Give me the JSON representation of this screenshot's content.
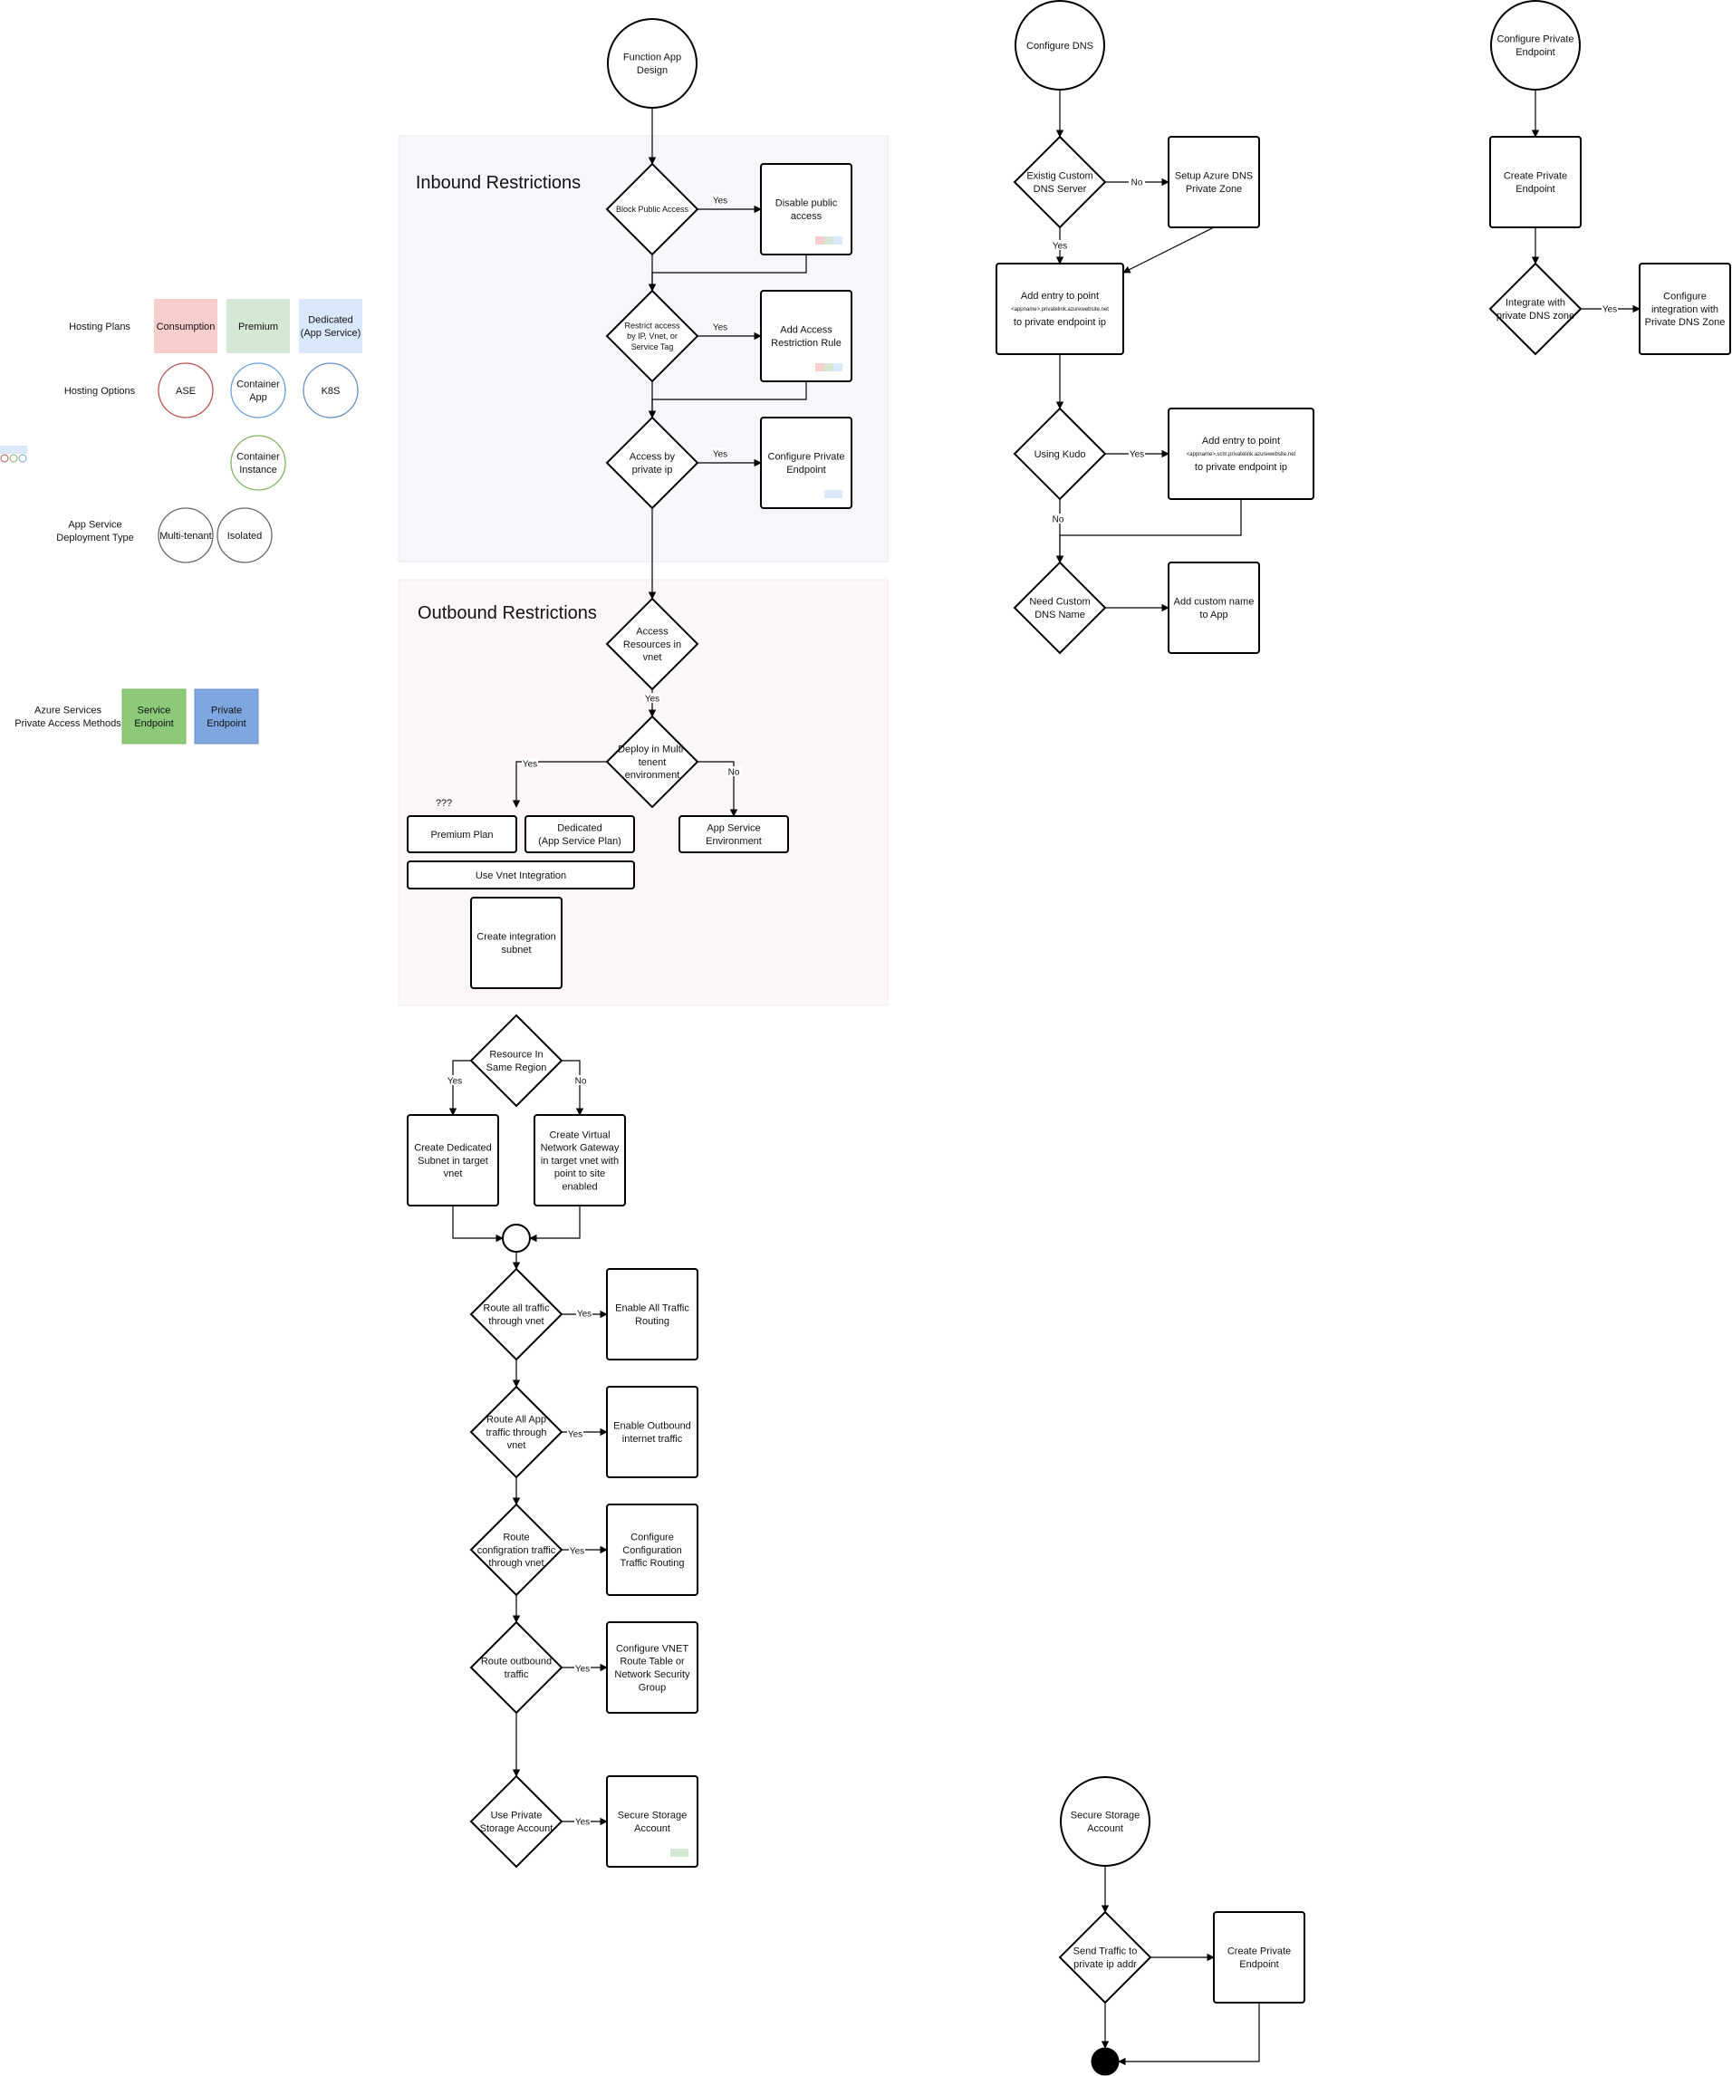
{
  "colors": {
    "stroke": "#000000",
    "inbound_fill": "#f5f7fb",
    "outbound_fill": "#fcf7f6",
    "consumption": "#f8cecc",
    "premium": "#d5e8d4",
    "dedicated": "#dae8fc",
    "ase_ring": "#b85450",
    "container_app_ring": "#6c9fd8",
    "k8s_ring": "#6c8ebf",
    "container_instance_ring": "#82b366",
    "gray_ring": "#666666",
    "service_endpoint": "#8cc97a",
    "private_endpoint": "#7ea6e0"
  },
  "legend": {
    "hosting_plans": "Hosting Plans",
    "consumption": "Consumption",
    "premium": "Premium",
    "dedicated": "Dedicated\n(App Service)",
    "hosting_options": "Hosting Options",
    "ase": "ASE",
    "container_app": "Container\nApp",
    "k8s": "K8S",
    "container_instance": "Container\nInstance",
    "deployment_type": "App Service\nDeployment Type",
    "multi_tenant": "Multi-tenant",
    "isolated": "Isolated",
    "azure_services": "Azure Services\nPrivate Access Methods",
    "service_endpoint": "Service\nEndpoint",
    "private_endpoint": "Private\nEndpoint"
  },
  "sections": {
    "inbound": "Inbound Restrictions",
    "outbound": "Outbound Restrictions"
  },
  "main": {
    "start": "Function App\nDesign",
    "block_public": "Block Public Access",
    "disable_public": "Disable public\naccess",
    "restrict_access": "Restrict access\nby IP, Vnet, or\nService Tag",
    "add_rule": "Add Access\nRestriction Rule",
    "access_private_ip": "Access by\nprivate ip",
    "configure_pe": "Configure Private\nEndpoint",
    "access_resources": "Access\nResources in\nvnet",
    "deploy_multitenant": "Deploy in Multi-\ntenent\nenvironment",
    "question": "???",
    "premium_plan": "Premium Plan",
    "dedicated_plan": "Dedicated\n(App Service Plan)",
    "ase_env": "App Service\nEnvironment",
    "vnet_integration": "Use Vnet Integration",
    "create_subnet": "Create integration\nsubnet",
    "same_region": "Resource In\nSame Region",
    "dedicated_subnet": "Create Dedicated\nSubnet in target\nvnet",
    "vnet_gateway": "Create Virtual\nNetwork Gateway\nin target vnet with\npoint to site\nenabled",
    "route_all": "Route all traffic\nthrough vnet",
    "enable_all": "Enable All Traffic\nRouting",
    "route_app": "Route All App\ntraffic through\nvnet",
    "enable_outbound": "Enable Outbound\ninternet traffic",
    "route_config": "Route\nconfigration traffic\nthrough vnet",
    "configure_config": "Configure\nConfiguration\nTraffic Routing",
    "route_outbound": "Route outbound\ntraffic",
    "configure_vnet": "Configure VNET\nRoute Table or\nNetwork Security\nGroup",
    "use_private_storage": "Use Private\nStorage Account",
    "secure_storage_box": "Secure Storage\nAccount"
  },
  "dns": {
    "start": "Configure DNS",
    "existing": "Existig Custom\nDNS Server",
    "setup_zone": "Setup Azure DNS\nPrivate Zone",
    "add_entry": "Add entry to point",
    "add_entry_small": "<appname>.privatelink.azurewebsite.net",
    "add_entry_tail": "to private endpoint ip",
    "using_kudo": "Using Kudo",
    "add_entry2": "Add entry to point",
    "add_entry2_small": "<appname>.scm.privatelink.azurewebsite.net",
    "add_entry2_tail": "to private endpoint ip",
    "need_custom": "Need Custom\nDNS Name",
    "add_custom": "Add custom name\nto App"
  },
  "pe": {
    "start": "Configure Private\nEndpoint",
    "create": "Create Private\nEndpoint",
    "integrate": "Integrate with\nprivate DNS zone",
    "configure": "Configure\nintegration with\nPrivate DNS Zone"
  },
  "storage": {
    "start": "Secure Storage\nAccount",
    "send": "Send Traffic to\nprivate ip addr",
    "create": "Create Private\nEndpoint"
  },
  "edges": {
    "yes": "Yes",
    "no": "No"
  }
}
